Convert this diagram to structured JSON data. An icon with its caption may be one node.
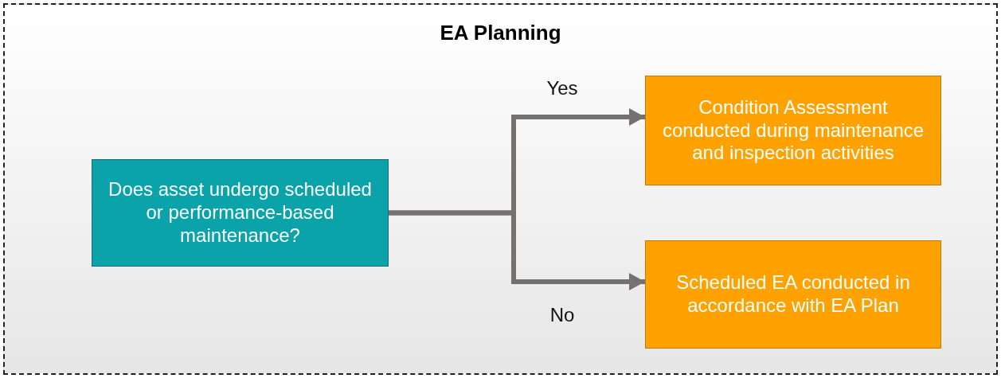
{
  "diagram": {
    "nodes": [
      {
        "text": [
          "EA Planning"
        ]
      },
      {
        "text": [
          "Does asset undergo scheduled or performance-based maintenance?"
        ],
        "in": 0
      },
      {
        "text": [
          "Condition Assessment conducted during maintenance and inspection activities"
        ],
        "in": 0
      },
      {
        "text": [
          "Scheduled EA conducted in accordance with EA Plan"
        ],
        "in": 0
      }
    ],
    "edges": [
      {
        "from": 1,
        "to": 2,
        "arrow": "to",
        "label": "Yes"
      },
      {
        "from": 1,
        "to": 3,
        "arrow": "to",
        "label": "No"
      }
    ]
  }
}
